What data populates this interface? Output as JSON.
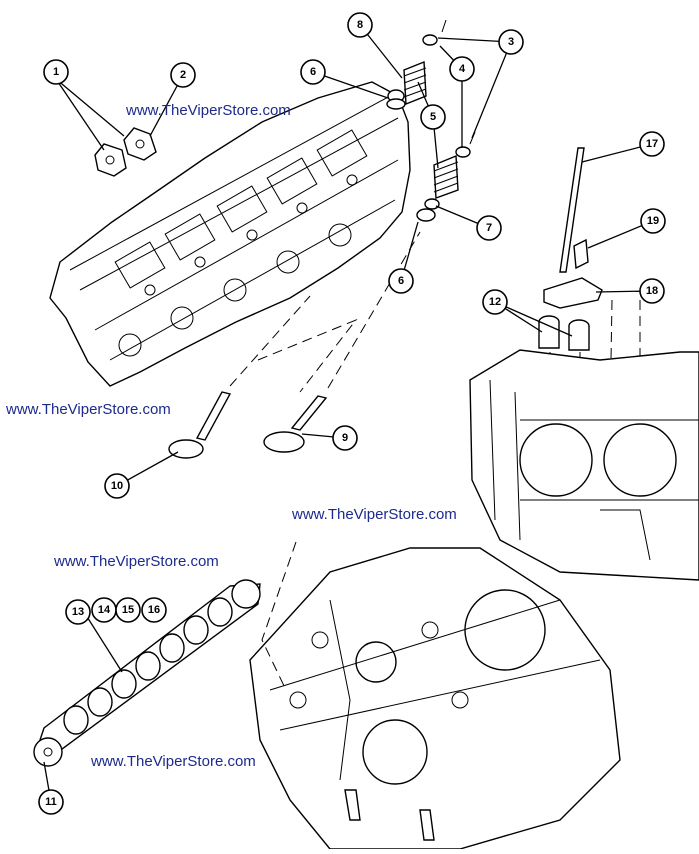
{
  "watermarks": [
    "www.TheViperStore.com",
    "www.TheViperStore.com",
    "www.TheViperStore.com",
    "www.TheViperStore.com",
    "www.TheViperStore.com"
  ],
  "callouts": {
    "c1": "1",
    "c2": "2",
    "c3": "3",
    "c4": "4",
    "c5": "5",
    "c6a": "6",
    "c6b": "6",
    "c7": "7",
    "c8": "8",
    "c9": "9",
    "c10": "10",
    "c11": "11",
    "c12": "12",
    "c13": "13",
    "c14": "14",
    "c15": "15",
    "c16": "16",
    "c17": "17",
    "c18": "18",
    "c19": "19"
  },
  "colors": {
    "watermark": "#1c2a8c",
    "line": "#000000",
    "background": "#ffffff"
  }
}
